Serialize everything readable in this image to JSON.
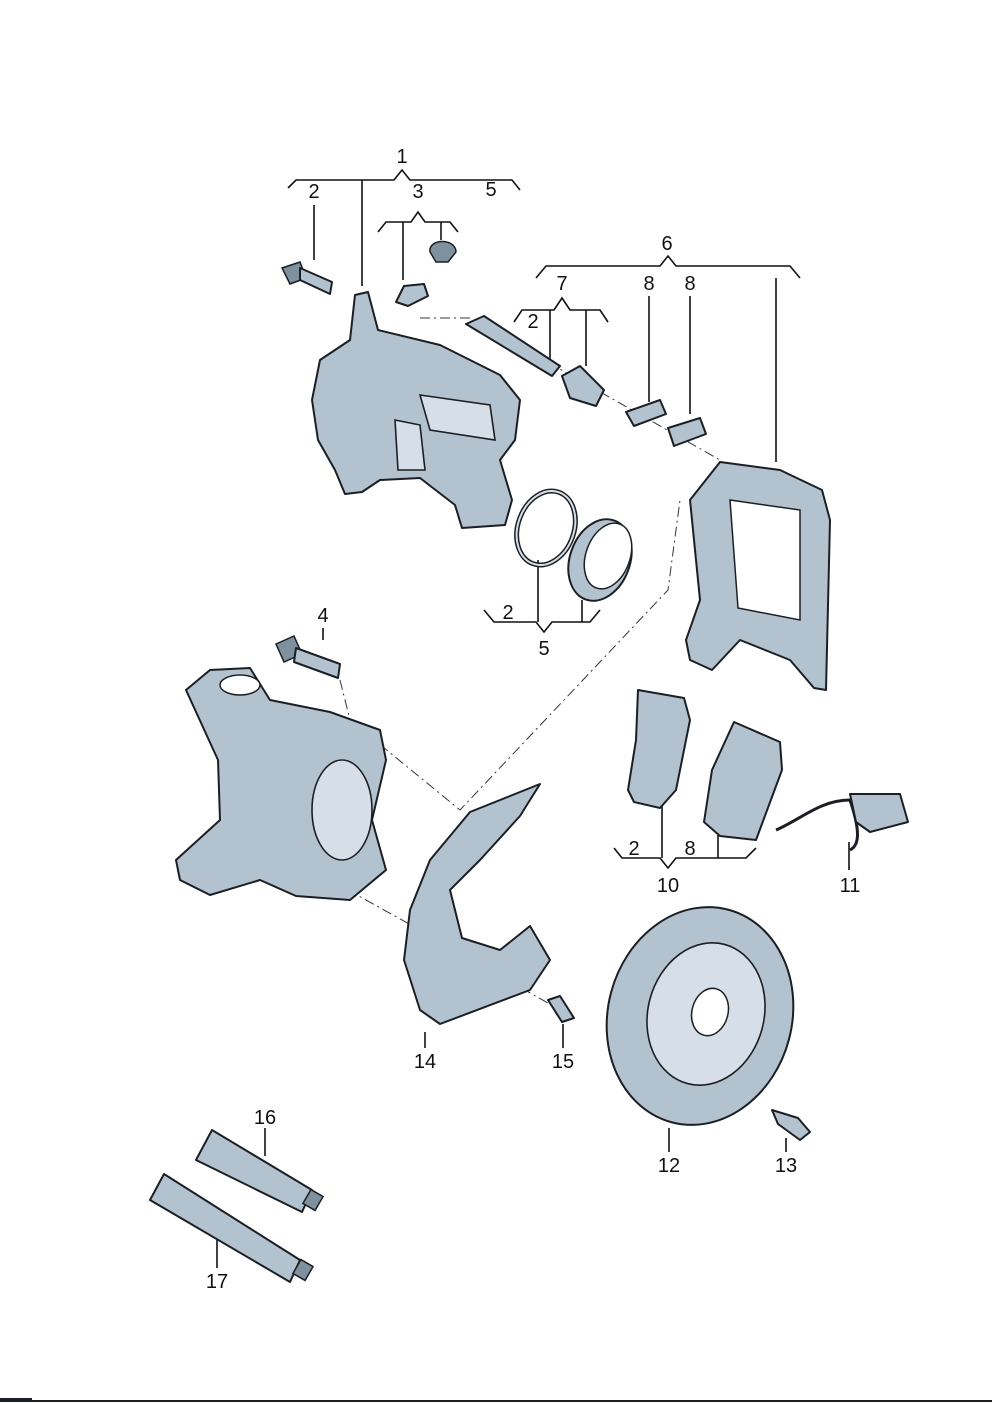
{
  "diagram": {
    "title": "Front brake exploded parts diagram",
    "colors": {
      "part": "#b3c2cf",
      "line": "#111111"
    },
    "labels": {
      "caliper_group": "1",
      "caliper_bolt": "2",
      "bleeder_group": "3",
      "caliper_seal_kit": "5",
      "carrier_group": "6",
      "guide_kit": "7",
      "guide_pin": "2",
      "clip_a": "8",
      "clip_b": "8",
      "knuckle_bolt": "4",
      "seal_ring": "2",
      "seal_kit": "5",
      "pad_item": "2",
      "pad_clip": "8",
      "pad_set": "10",
      "wear_sensor": "11",
      "splash_shield": "14",
      "shield_bolt": "15",
      "brake_disc": "12",
      "disc_screw": "13",
      "grease_tube_a": "16",
      "grease_tube_b": "17"
    }
  }
}
